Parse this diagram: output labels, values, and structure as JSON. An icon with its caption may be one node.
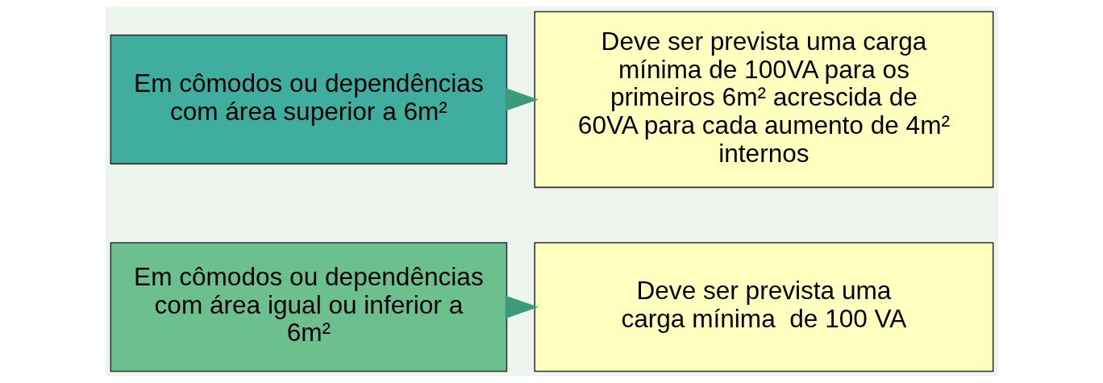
{
  "diagram": {
    "nodes": [
      {
        "text": [
          "Em cômodos ou dependências com área igual ou inferior a 6m²"
        ]
      },
      {
        "text": [
          "Deve ser prevista uma carga mínima  de 100 VA"
        ]
      },
      {
        "text": [
          "Em cômodos ou dependências com área superior a 6m²"
        ]
      },
      {
        "text": [
          "Deve ser prevista uma carga mínima de 100VA para os primeiros 6m² acrescida de 60VA para cada aumento de 4m² internos"
        ]
      }
    ],
    "edges": [
      {
        "from": 0,
        "to": 1,
        "arrow": "to"
      },
      {
        "from": 2,
        "to": 3,
        "arrow": "to"
      }
    ]
  }
}
